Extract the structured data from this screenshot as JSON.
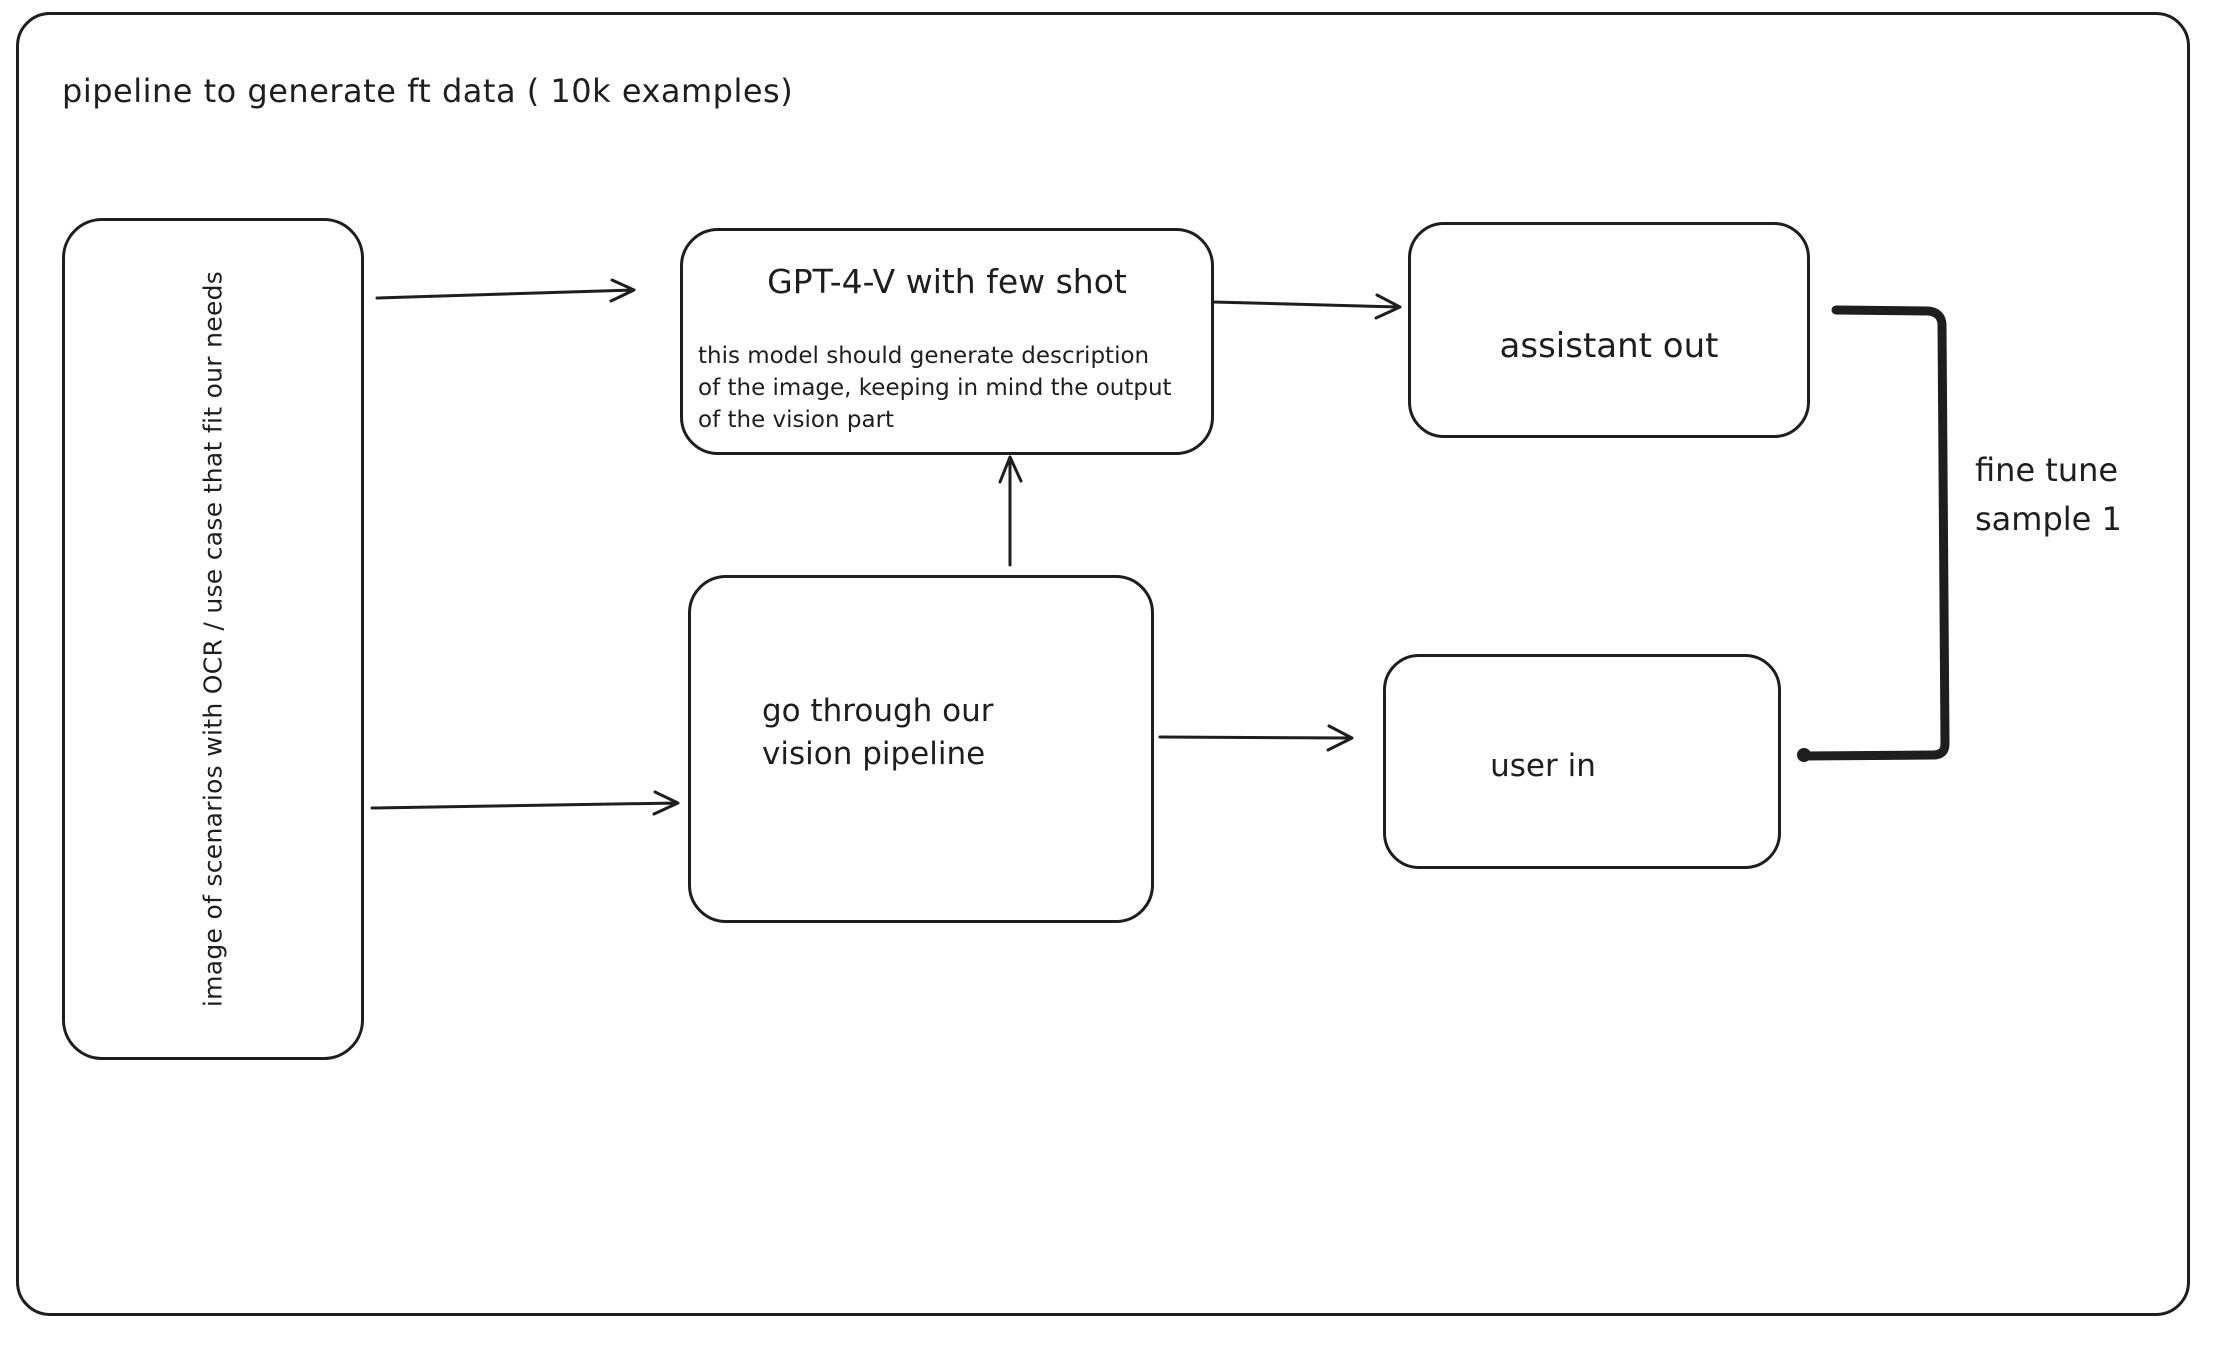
{
  "title": "pipeline to generate ft data ( 10k examples)",
  "colors": {
    "stroke": "#1e1e1e",
    "background": "#ffffff"
  },
  "nodes": {
    "source": {
      "label": "image of scenarios with OCR / use case that fit our needs",
      "orientation": "vertical"
    },
    "gpt4v": {
      "title": "GPT-4-V with few shot",
      "description_lines": [
        "this model should generate description",
        "of the image, keeping in mind the output",
        "of the vision part"
      ]
    },
    "vision": {
      "label_lines": [
        "go through our",
        "vision pipeline"
      ]
    },
    "assistant_out": {
      "label": "assistant out"
    },
    "user_in": {
      "label": "user in"
    }
  },
  "annotations": {
    "fine_tune": {
      "lines": [
        "fine tune",
        "sample 1"
      ]
    }
  },
  "edges": [
    {
      "from": "source",
      "to": "gpt4v"
    },
    {
      "from": "source",
      "to": "vision"
    },
    {
      "from": "vision",
      "to": "gpt4v"
    },
    {
      "from": "gpt4v",
      "to": "assistant_out"
    },
    {
      "from": "vision",
      "to": "user_in"
    },
    {
      "from": "assistant_out_and_user_in",
      "to": "fine_tune_bracket"
    }
  ]
}
